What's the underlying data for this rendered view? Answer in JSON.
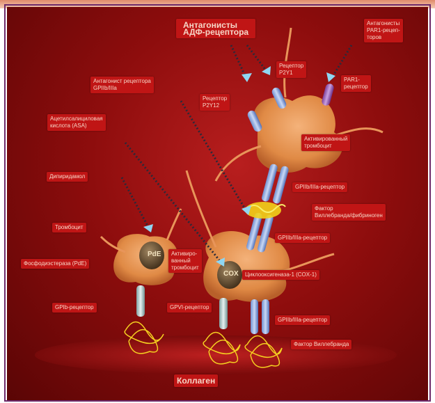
{
  "labels": {
    "adp_antagonists": "Антагонисты\nАДФ-рецептора",
    "par_antagonists": "Антагонисты\nPAR1-рецеп-\nторов",
    "p2y1": "Рецептор\nP2Y1",
    "par1": "PAR1-\nрецептор",
    "gp_antagonist": "Антагонист рецептора\nGPIIb/IIIa",
    "p2y12": "Рецептор\nP2Y12",
    "asa": "Ацетилсалициловая\nкислота (ASA)",
    "activated_platelet": "Активированный\nтромбоцит",
    "dipyridamole": "Дипиридамол",
    "gp_receptor_top": "GPIIb/IIIa-рецептор",
    "vwf_fibrinogen": "Фактор\nВиллебранда/фибриноген",
    "platelet": "Тромбоцит",
    "gp_receptor_mid": "GPIIb/IIIa-рецептор",
    "pde_label": "Фосфодиэстераза (PdE)",
    "activated_platelet_small": "Активиро-\nванный\nтромбоцит",
    "cox_label": "Циклооксигеназа-1 (COX-1)",
    "gpib_left": "GPIb-рецептор",
    "gpvi": "GPVI-рецептор",
    "gp_receptor_bottom": "GPIIb/IIIa-рецептор",
    "vwf_bottom": "Фактор Виллебранда",
    "collagen": "Коллаген",
    "pde_disc": "PdE",
    "cox_disc": "COX"
  }
}
